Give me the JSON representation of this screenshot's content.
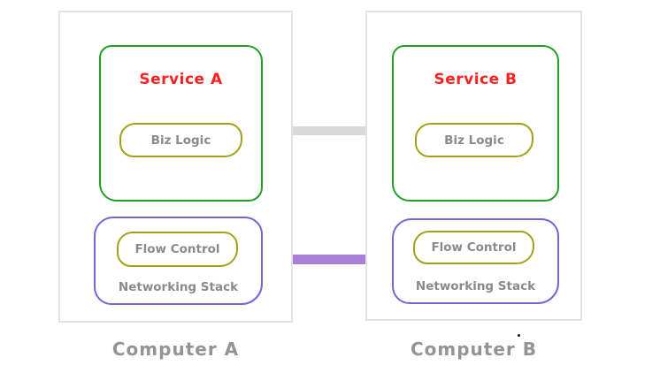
{
  "diagram": {
    "computers": [
      {
        "label": "Computer A",
        "service": {
          "title": "Service A",
          "component": "Biz Logic"
        },
        "network": {
          "component": "Flow Control",
          "label": "Networking Stack"
        }
      },
      {
        "label": "Computer B",
        "service": {
          "title": "Service B",
          "component": "Biz Logic"
        },
        "network": {
          "component": "Flow Control",
          "label": "Networking Stack"
        }
      }
    ],
    "connections": [
      {
        "name": "service-to-service",
        "color": "#d9d9d9"
      },
      {
        "name": "network-to-network",
        "color": "#a87fd9"
      }
    ],
    "colors": {
      "service_border": "#21a121",
      "component_border": "#a2a21a",
      "network_border": "#6f68d4",
      "service_title": "#fb2222",
      "text_gray": "#8a8a8a",
      "label_gray": "#949494",
      "computer_border": "#e3e3e3",
      "service_link": "#d9d9d9",
      "network_link": "#a87fd9"
    }
  }
}
